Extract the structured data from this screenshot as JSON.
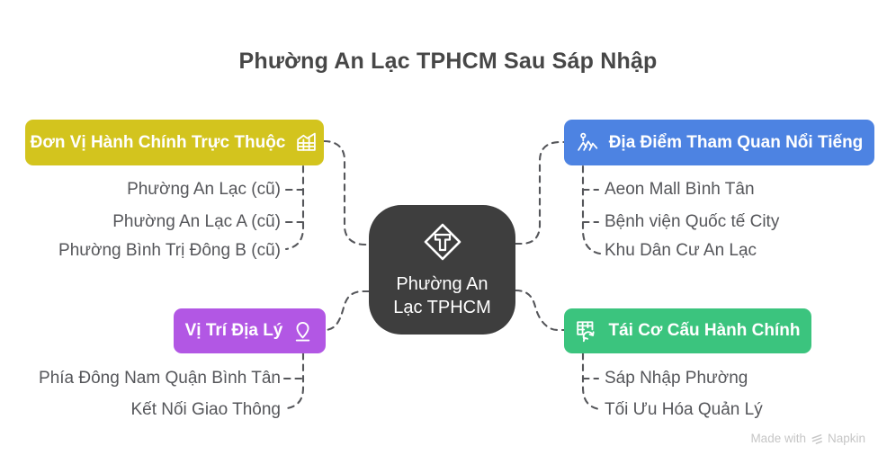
{
  "title": "Phường An Lạc TPHCM Sau Sáp Nhập",
  "center": {
    "icon": "diamond-t-icon",
    "label_line1": "Phường An",
    "label_line2": "Lạc TPHCM"
  },
  "branches": [
    {
      "id": "admin-units",
      "label": "Đơn Vị Hành Chính Trực Thuộc",
      "icon": "table-chart-icon",
      "color": "#d3c41e",
      "items": [
        "Phường An Lạc (cũ)",
        "Phường An Lạc A (cũ)",
        "Phường Bình Trị Đông B (cũ)"
      ]
    },
    {
      "id": "attractions",
      "label": "Địa Điểm Tham Quan Nổi Tiếng",
      "icon": "tour-mountains-pin-icon",
      "color": "#4d83e2",
      "items": [
        "Aeon Mall Bình Tân",
        "Bệnh viện Quốc tế City",
        "Khu Dân Cư An Lạc"
      ]
    },
    {
      "id": "location",
      "label": "Vị Trí Địa Lý",
      "icon": "location-pin-icon",
      "color": "#b257e4",
      "items": [
        "Phía Đông Nam Quận Bình Tân",
        "Kết Nối Giao Thông"
      ]
    },
    {
      "id": "restructure",
      "label": "Tái Cơ Cấu Hành Chính",
      "icon": "table-refresh-icon",
      "color": "#3bc47e",
      "items": [
        "Sáp Nhập Phường",
        "Tối Ưu Hóa Quản Lý"
      ]
    }
  ],
  "colors": {
    "center_node": "#3e3e3e",
    "connector": "#55565a",
    "title_text": "#474747",
    "item_text": "#55565a"
  },
  "credit": {
    "prefix": "Made with",
    "brand": "Napkin"
  }
}
